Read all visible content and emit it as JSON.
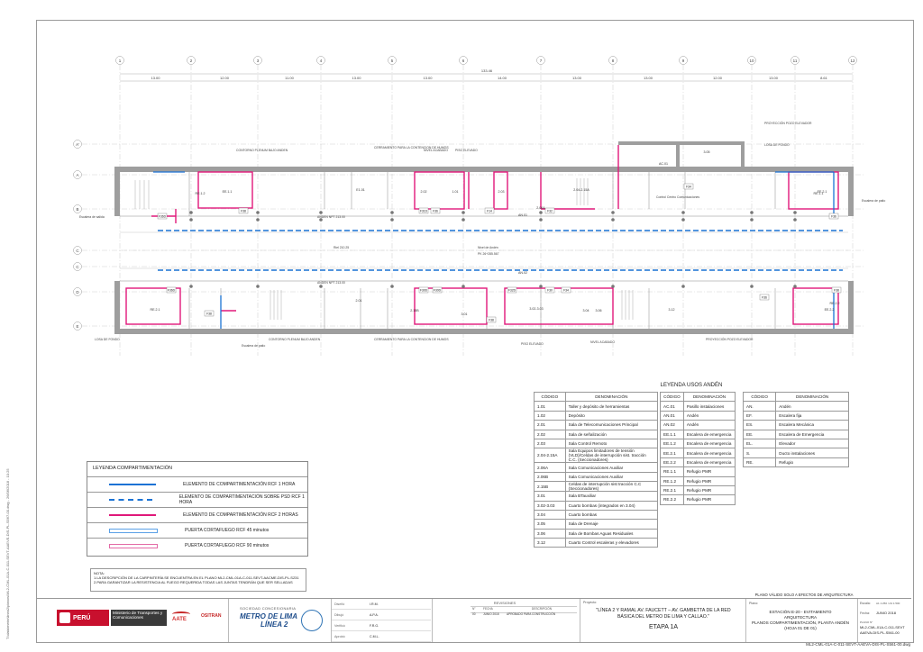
{
  "sidebar_path": "T:\\data\\metro\\linea2\\planos\\ML2-CML-01A-C-011-SEVT-AAEVE-DIS-PL-S567-00.dwg - 26/06/2018 - 10:25",
  "grid_top": {
    "numbers": [
      "1",
      "2",
      "3",
      "4",
      "5",
      "6",
      "7",
      "8",
      "9",
      "10",
      "11",
      "12"
    ],
    "spacings": [
      "13.00",
      "12.00",
      "11.00",
      "13.00",
      "13.00",
      "14.00",
      "13.00",
      "13.00",
      "12.00",
      "13.00",
      "8.61"
    ],
    "total": "133.46"
  },
  "grid_left": {
    "letters": [
      "A'",
      "A",
      "B",
      "C",
      "C",
      "D",
      "E"
    ]
  },
  "plan_labels": {
    "proy_elevador": "PROYECCIÓN POZO ELEVADOR",
    "contorno": "CONTORNO PLENUM BAJO ANDEN",
    "cerramiento": "CERRAMIENTO PARA LA CONTENCION DE HUMOS",
    "piso_elevado": "PISO ELEVADO",
    "nivel_acabado": "NIVEL ACABADO",
    "losa_fondo": "LOSA DE FONDO",
    "escalera_salida": "Escalera de salida",
    "escalera_patio": "Escalera de patio",
    "anden_npt": "ANDEN NPT 213.00",
    "riel": "Riel 210.25",
    "anden_nivel": "Nivel de Andén",
    "pk": "PK 26+285.567",
    "control_centro": "Control Centro Comunicaciones",
    "rooms_top": [
      "EE.1.1",
      "E1.01",
      "2.02",
      "1.01",
      "2.03",
      "2.04-2.15A",
      "2.06A",
      "RE.1.2",
      "AC.01",
      "3.05",
      "RE.1.1",
      "AN.01",
      "EE.2.1"
    ],
    "doors_top": [
      "F36D",
      "F38",
      "F31D",
      "F36",
      "F14",
      "F32",
      "F34",
      "F36"
    ],
    "rooms_bottom": [
      "RE.2.1",
      "AN.02",
      "2.01",
      "2.15B",
      "3.01",
      "3.02-3.03",
      "3.04",
      "3.06",
      "EE.2.2",
      "RE.2.2",
      "3.12"
    ],
    "doors_bottom": [
      "F36D",
      "F38",
      "F30D",
      "F30D",
      "F32D",
      "F38",
      "F30",
      "F34",
      "F36",
      "F38"
    ]
  },
  "usos": {
    "title": "LEYENDA USOS ANDÉN",
    "col_codigo": "CÓDIGO",
    "col_denominacion": "DENOMINACIÓN",
    "table1": [
      [
        "1.01",
        "Taller y depósito de herramientas"
      ],
      [
        "1.02",
        "Depósito"
      ],
      [
        "2.01",
        "Sala de Telecomunicaciones Principal"
      ],
      [
        "2.02",
        "Sala de señalización"
      ],
      [
        "2.03",
        "Sala Control Remoto"
      ],
      [
        "2.04-2.15A",
        "Sala Equipos limitadores de tensión (VLD)/Celdas de interrupción sist. tracción C.C. (Seccionadores)"
      ],
      [
        "2.06A",
        "Sala Comunicaciones Auxiliar"
      ],
      [
        "2.06B",
        "Sala Comunicaciones Auxiliar"
      ],
      [
        "2.15B",
        "Celdas de interrupción sist tracción C.C (Seccionadores)"
      ],
      [
        "3.01",
        "Sala BTauxiliar"
      ],
      [
        "3.02-3.03",
        "Cuarto bombas (integrados en 3.04)"
      ],
      [
        "3.04",
        "Cuarto bombas"
      ],
      [
        "3.05",
        "Sala de Drenaje"
      ],
      [
        "3.06",
        "Sala de Bombas Aguas Residuales"
      ],
      [
        "3.12",
        "Cuarto Control escaleras y elevadores"
      ]
    ],
    "table2": [
      [
        "AC.01",
        "Pasillo instalaciones"
      ],
      [
        "AN.01",
        "Andén"
      ],
      [
        "AN.02",
        "Andén"
      ],
      [
        "EE.1.1",
        "Escalera de emergencia"
      ],
      [
        "EE.1.2",
        "Escalera de emergencia"
      ],
      [
        "EE.2.1",
        "Escalera de emergencia"
      ],
      [
        "EE.2.2",
        "Escalera de emergencia"
      ],
      [
        "RE.1.1",
        "Refugio PMR"
      ],
      [
        "RE.1.2",
        "Refugio PMR"
      ],
      [
        "RE.2.1",
        "Refugio PMR"
      ],
      [
        "RE.2.2",
        "Refugio PMR"
      ]
    ],
    "table3": [
      [
        "AN.",
        "Andén"
      ],
      [
        "EF.",
        "Escalera fija"
      ],
      [
        "ES.",
        "Escalera Mecánica"
      ],
      [
        "EE.",
        "Escalera de Emergencia"
      ],
      [
        "EL.",
        "Elevador"
      ],
      [
        "S.",
        "Ducto instalaciones"
      ],
      [
        "RE.",
        "Refugio"
      ]
    ]
  },
  "compartimentacion": {
    "title": "LEYENDA COMPARTIMENTACIÓN",
    "items": [
      {
        "label": "ELEMENTO DE COMPARTIMENTACIÓN RCF 1 HORA",
        "color": "#1a72d4",
        "style": "solid"
      },
      {
        "label": "ELEMENTO DE COMPARTIMENTACIÓN SOBRE PSD RCF 1 HORA",
        "color": "#1a72d4",
        "style": "dashed"
      },
      {
        "label": "ELEMENTO DE COMPARTIMENTACIÓN RCF 2 HORAS",
        "color": "#e0187a",
        "style": "solid"
      },
      {
        "label": "PUERTA CORTAFUEGO RCF 45 minutos",
        "color": "#5aa0e6",
        "style": "box"
      },
      {
        "label": "PUERTA CORTAFUEGO RCF 90 minutos",
        "color": "#e36aa6",
        "style": "box"
      }
    ]
  },
  "nota": {
    "title": "NOTA:",
    "line1": "1.LA DESCRIPCIÓN DE LA CARPINTERÍA SE ENCUENTRA EN EL PLANO ML2-CML-01A-C-011-SEVT-AACME-DIS-PL-S231",
    "line2": "2.PARA GARANTIZAR LA RESISTENCIA AL FUEGO REQUERIDA TODAS LAS JUNTAS TENDRÁN QUE SER SELLADAS"
  },
  "titleblock": {
    "peru": "PERÚ",
    "ministerio": "Ministerio de Transportes y Comunicaciones",
    "aate": "AATE",
    "ositran": "OSITRAN",
    "sociedad": "SOCIEDAD CONCESIONARIA",
    "metro": "METRO DE LIMA",
    "linea": "LÍNEA 2",
    "roles": [
      [
        "Diseñó",
        "I.R.M."
      ],
      [
        "Dibujó",
        "A.P.A."
      ],
      [
        "Verificó",
        "F.R.G."
      ],
      [
        "Aprobó",
        "C.M.L."
      ]
    ],
    "revisiones": "REVISIONES",
    "rev_cols": [
      "N°",
      "FECHA",
      "DESCRIPCIÓN"
    ],
    "rev_row": [
      "00",
      "JUNIO 2018",
      "APROBADO PARA CONSTRUCCIÓN"
    ],
    "proyecto_label": "Proyecto:",
    "proyecto": "\"LÍNEA 2 Y RAMAL AV. FAUCETT – AV. GAMBETTA DE LA RED BÁSICA DEL METRO DE LIMA Y CALLAO.\"",
    "etapa": "ETAPA 1A",
    "plano_valido": "PLANO VÁLIDO SOLO A EFECTOS DE ARQUITECTURA",
    "plano_label": "Plano:",
    "plano1": "ESTACIÓN E-20 - EVITAMIENTO",
    "plano2": "ARQUITECTURA",
    "plano3": "PLANOS COMPARTIMENTACIÓN, PLANTA ANDÉN",
    "plano4": "(HOJA 01 DE 01)",
    "escala_label": "Escala:",
    "escala": "A1 1:250 / A3 1:500",
    "fecha_label": "Fecha:",
    "fecha": "JUNIO 2018",
    "plano_n_label": "PLANO N°",
    "plano_n1": "ML2-CML-01A-C-011-SEVT",
    "plano_n2": "AAEVA-DIS-PL-S561-00",
    "file": "ML2-CML-01A-C-011-SEVT-AAEVA-DIS-PL-S561-00.dwg"
  },
  "colors": {
    "rcf1": "#1a72d4",
    "rcf2": "#e0187a",
    "wall": "#9e9e9e",
    "grid": "#b0b0b0"
  }
}
